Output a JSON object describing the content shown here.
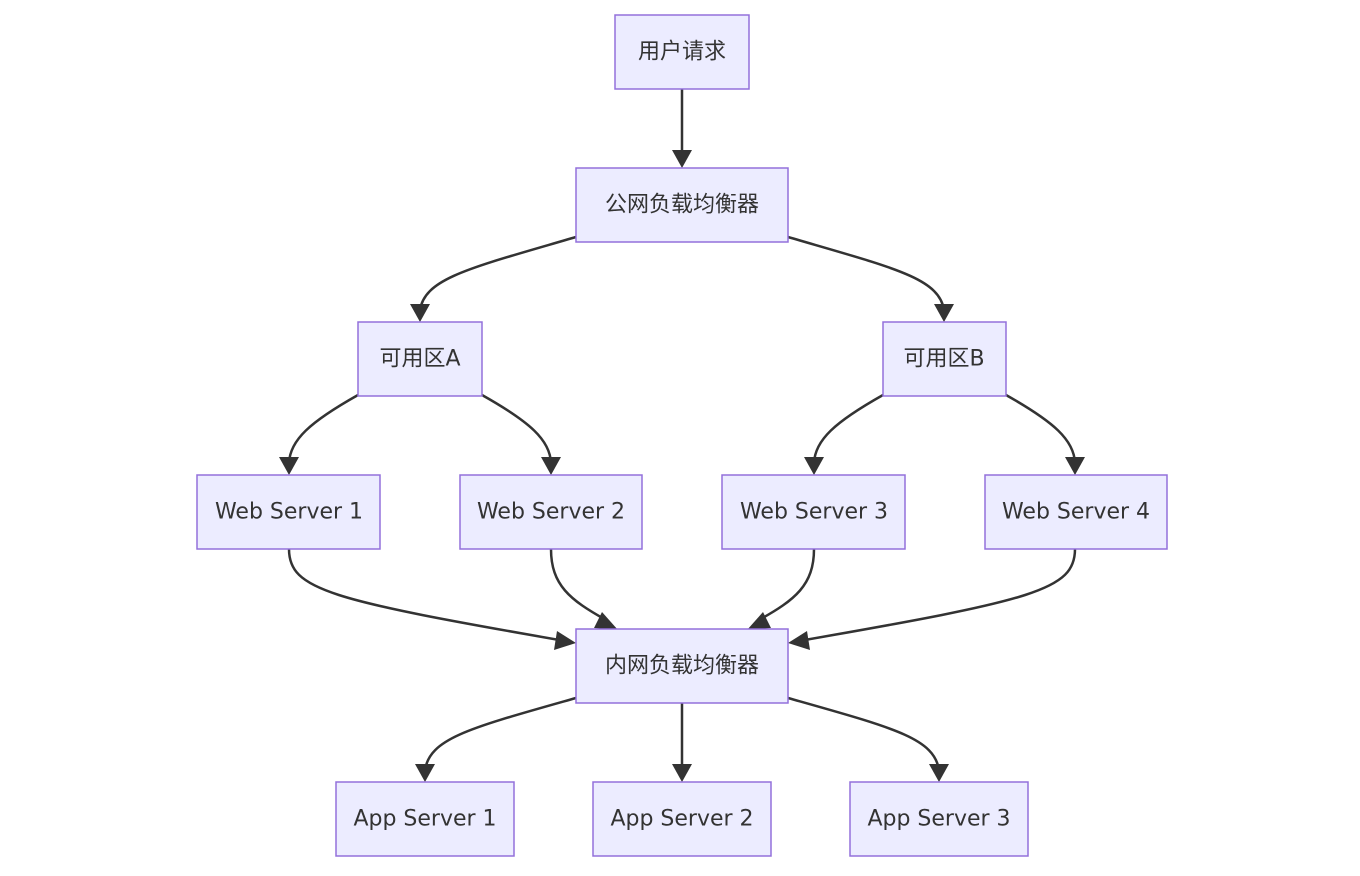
{
  "diagram": {
    "type": "flowchart",
    "direction": "top-down",
    "colors": {
      "node_fill": "#ECECFF",
      "node_border": "#9370DB",
      "edge": "#333333",
      "text": "#333333"
    },
    "nodes": {
      "user_request": "用户请求",
      "public_lb": "公网负载均衡器",
      "zone_a": "可用区A",
      "zone_b": "可用区B",
      "web1": "Web Server 1",
      "web2": "Web Server 2",
      "web3": "Web Server 3",
      "web4": "Web Server 4",
      "internal_lb": "内网负载均衡器",
      "app1": "App Server 1",
      "app2": "App Server 2",
      "app3": "App Server 3"
    },
    "edges": [
      {
        "from": "user_request",
        "to": "public_lb"
      },
      {
        "from": "public_lb",
        "to": "zone_a"
      },
      {
        "from": "public_lb",
        "to": "zone_b"
      },
      {
        "from": "zone_a",
        "to": "web1"
      },
      {
        "from": "zone_a",
        "to": "web2"
      },
      {
        "from": "zone_b",
        "to": "web3"
      },
      {
        "from": "zone_b",
        "to": "web4"
      },
      {
        "from": "web1",
        "to": "internal_lb"
      },
      {
        "from": "web2",
        "to": "internal_lb"
      },
      {
        "from": "web3",
        "to": "internal_lb"
      },
      {
        "from": "web4",
        "to": "internal_lb"
      },
      {
        "from": "internal_lb",
        "to": "app1"
      },
      {
        "from": "internal_lb",
        "to": "app2"
      },
      {
        "from": "internal_lb",
        "to": "app3"
      }
    ]
  }
}
